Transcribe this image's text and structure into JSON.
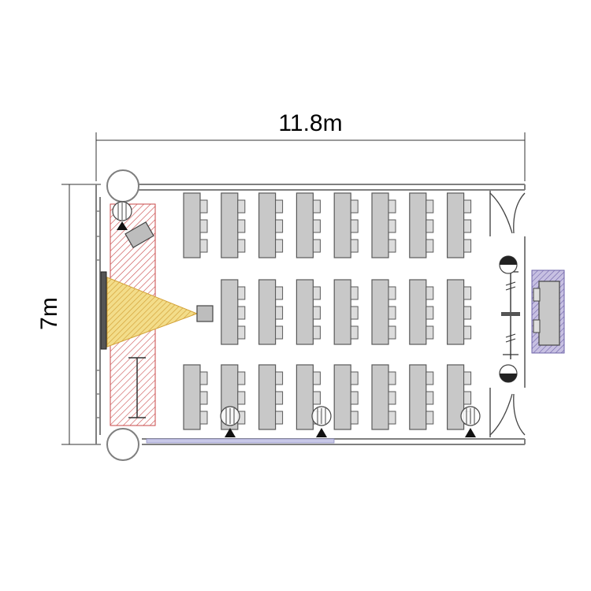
{
  "dimensions": {
    "width_label": "11.8m",
    "height_label": "7m"
  },
  "room": {
    "desk_rows": 3,
    "desk_columns": 8,
    "front_row_first_column_empty": true,
    "chairs_per_desk": 3
  },
  "colors": {
    "wall": "#7f7f7f",
    "desk_fill": "#c8c8c8",
    "desk_stroke": "#5a5a5a",
    "stage_hatch": "#c94a4a",
    "projection_fill": "#f3dd8a",
    "projection_hatch": "#d4a33a",
    "side_cabinet_fill": "#b9b2d6",
    "floor_strip": "#c9c9e8"
  },
  "icons": {
    "speaker": "speaker-icon",
    "door": "door-icon",
    "column": "column-icon"
  }
}
